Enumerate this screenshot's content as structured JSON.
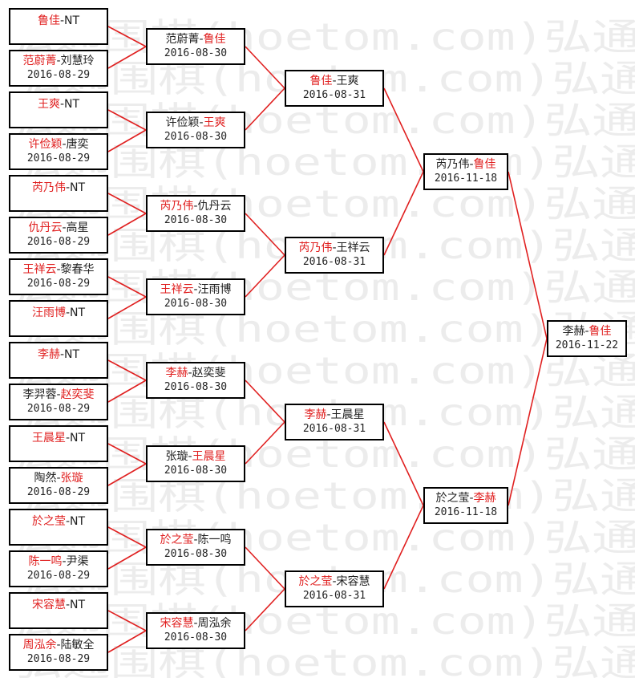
{
  "watermark": "弘通围棋(hoetom.com)弘通",
  "colors": {
    "winner": "#e02020",
    "text": "#222222",
    "line": "#e02020",
    "border": "#000000"
  },
  "round1": [
    {
      "a": "鲁佳",
      "b": "NT",
      "winner": "a",
      "date": ""
    },
    {
      "a": "范蔚菁",
      "b": "刘慧玲",
      "winner": "a",
      "date": "2016-08-29"
    },
    {
      "a": "王爽",
      "b": "NT",
      "winner": "a",
      "date": ""
    },
    {
      "a": "许俭颖",
      "b": "唐奕",
      "winner": "a",
      "date": "2016-08-29"
    },
    {
      "a": "芮乃伟",
      "b": "NT",
      "winner": "a",
      "date": ""
    },
    {
      "a": "仇丹云",
      "b": "高星",
      "winner": "a",
      "date": "2016-08-29"
    },
    {
      "a": "王祥云",
      "b": "黎春华",
      "winner": "a",
      "date": "2016-08-29"
    },
    {
      "a": "汪雨博",
      "b": "NT",
      "winner": "a",
      "date": ""
    },
    {
      "a": "李赫",
      "b": "NT",
      "winner": "a",
      "date": ""
    },
    {
      "a": "李羿蓉",
      "b": "赵奕斐",
      "winner": "b",
      "date": "2016-08-29"
    },
    {
      "a": "王晨星",
      "b": "NT",
      "winner": "a",
      "date": ""
    },
    {
      "a": "陶然",
      "b": "张璇",
      "winner": "b",
      "date": "2016-08-29"
    },
    {
      "a": "於之莹",
      "b": "NT",
      "winner": "a",
      "date": ""
    },
    {
      "a": "陈一鸣",
      "b": "尹渠",
      "winner": "a",
      "date": "2016-08-29"
    },
    {
      "a": "宋容慧",
      "b": "NT",
      "winner": "a",
      "date": ""
    },
    {
      "a": "周泓余",
      "b": "陆敏全",
      "winner": "a",
      "date": "2016-08-29"
    }
  ],
  "round2": [
    {
      "a": "范蔚菁",
      "b": "鲁佳",
      "winner": "b",
      "date": "2016-08-30"
    },
    {
      "a": "许俭颖",
      "b": "王爽",
      "winner": "b",
      "date": "2016-08-30"
    },
    {
      "a": "芮乃伟",
      "b": "仇丹云",
      "winner": "a",
      "date": "2016-08-30"
    },
    {
      "a": "王祥云",
      "b": "汪雨博",
      "winner": "a",
      "date": "2016-08-30"
    },
    {
      "a": "李赫",
      "b": "赵奕斐",
      "winner": "a",
      "date": "2016-08-30"
    },
    {
      "a": "张璇",
      "b": "王晨星",
      "winner": "b",
      "date": "2016-08-30"
    },
    {
      "a": "於之莹",
      "b": "陈一鸣",
      "winner": "a",
      "date": "2016-08-30"
    },
    {
      "a": "宋容慧",
      "b": "周泓余",
      "winner": "a",
      "date": "2016-08-30"
    }
  ],
  "round3": [
    {
      "a": "鲁佳",
      "b": "王爽",
      "winner": "a",
      "date": "2016-08-31"
    },
    {
      "a": "芮乃伟",
      "b": "王祥云",
      "winner": "a",
      "date": "2016-08-31"
    },
    {
      "a": "李赫",
      "b": "王晨星",
      "winner": "a",
      "date": "2016-08-31"
    },
    {
      "a": "於之莹",
      "b": "宋容慧",
      "winner": "a",
      "date": "2016-08-31"
    }
  ],
  "round4": [
    {
      "a": "芮乃伟",
      "b": "鲁佳",
      "winner": "b",
      "date": "2016-11-18"
    },
    {
      "a": "於之莹",
      "b": "李赫",
      "winner": "b",
      "date": "2016-11-18"
    }
  ],
  "final": [
    {
      "a": "李赫",
      "b": "鲁佳",
      "winner": "b",
      "date": "2016-11-22"
    }
  ]
}
